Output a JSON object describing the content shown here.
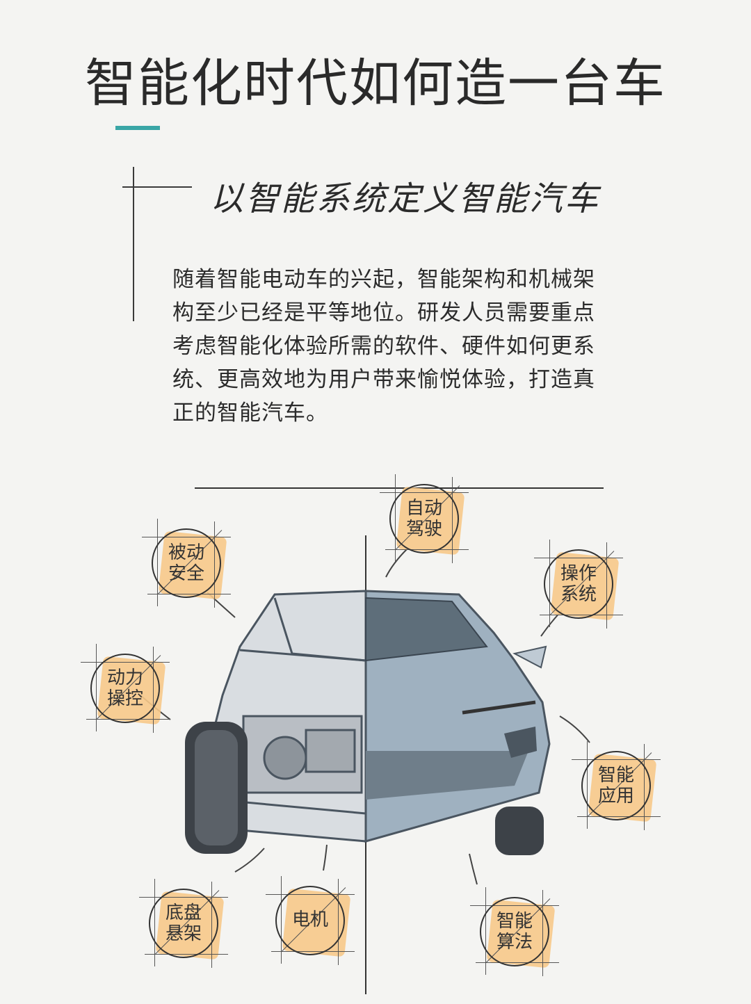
{
  "title": "智能化时代如何造一台车",
  "subtitle": "以智能系统定义智能汽车",
  "body_lines": [
    "随着智能电动车的兴起，智能架构和机械架",
    "构至少已经是平等地位。研发人员需要重点",
    "考虑智能化体验所需的软件、硬件如何更系",
    "统、更高效地为用户带来愉悦体验，打造真",
    "正的智能汽车。"
  ],
  "bubbles": [
    {
      "line1": "自动",
      "line2": "驾驶"
    },
    {
      "line1": "被动",
      "line2": "安全"
    },
    {
      "line1": "操作",
      "line2": "系统"
    },
    {
      "line1": "动力",
      "line2": "操控"
    },
    {
      "line1": "智能",
      "line2": "应用"
    },
    {
      "line1": "底盘",
      "line2": "悬架"
    },
    {
      "line1": "电机",
      "line2": ""
    },
    {
      "line1": "智能",
      "line2": "算法"
    }
  ],
  "colors": {
    "accent": "#3aa6a6",
    "highlight": "#f7c98a"
  }
}
